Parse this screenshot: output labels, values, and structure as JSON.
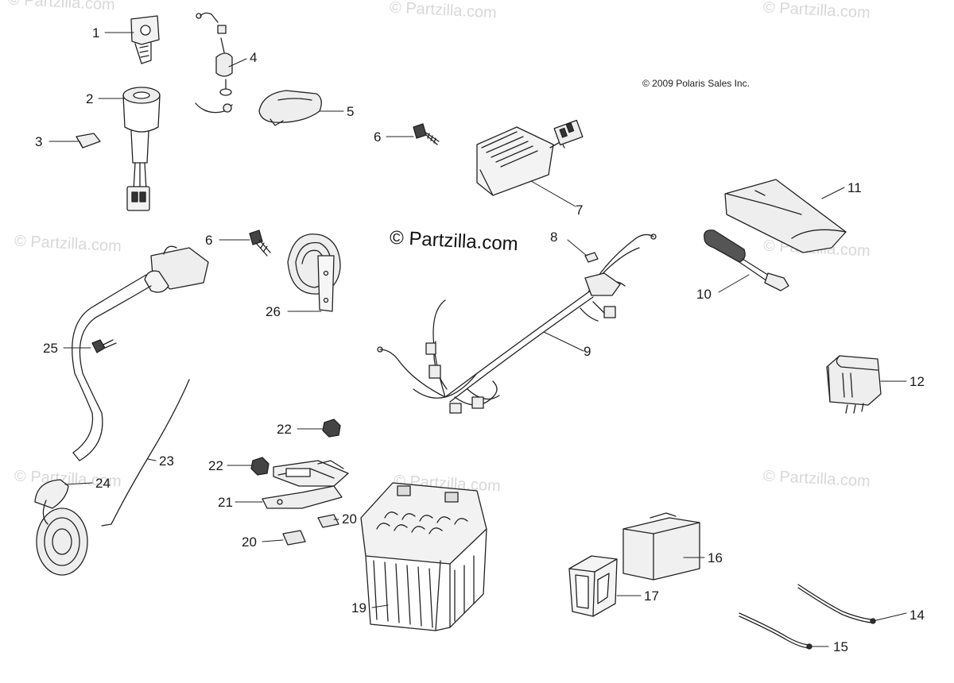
{
  "copyright": "© 2009 Polaris Sales Inc.",
  "brand_watermark": "© Partzilla.com",
  "background_watermark": "© Partzilla.com",
  "callouts": [
    "1",
    "2",
    "3",
    "4",
    "5",
    "6",
    "7",
    "6",
    "8",
    "11",
    "10",
    "26",
    "9",
    "12",
    "25",
    "23",
    "24",
    "22",
    "22",
    "21",
    "20",
    "20",
    "19",
    "16",
    "17",
    "14",
    "15"
  ]
}
